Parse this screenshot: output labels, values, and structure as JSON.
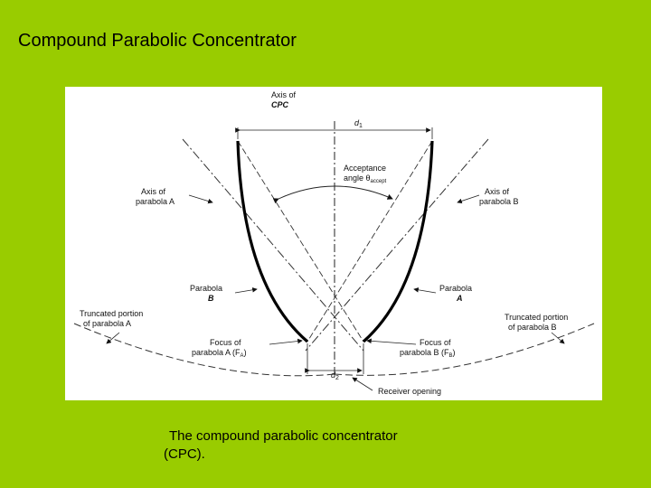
{
  "slide": {
    "title": "Compound Parabolic Concentrator"
  },
  "figure": {
    "labels": {
      "axis_cpc_line1": "Axis of",
      "axis_cpc_line2": "CPC",
      "d1": "d",
      "d1_sub": "1",
      "acceptance_line1": "Acceptance",
      "acceptance_line2": "angle θ",
      "acceptance_sub": "accept",
      "axis_a_line1": "Axis of",
      "axis_a_line2": "parabola A",
      "axis_b_line1": "Axis of",
      "axis_b_line2": "parabola B",
      "parabola_b_line1": "Parabola",
      "parabola_b_line2": "B",
      "parabola_a_line1": "Parabola",
      "parabola_a_line2": "A",
      "trunc_a_line1": "Truncated portion",
      "trunc_a_line2": "of parabola A",
      "trunc_b_line1": "Truncated portion",
      "trunc_b_line2": "of parabola B",
      "focus_a_line1": "Focus of",
      "focus_a_line2": "parabola A (F",
      "focus_a_sub": "A",
      "focus_b_line1": "Focus of",
      "focus_b_line2": "parabola B (F",
      "focus_b_sub": "B",
      "d2": "d",
      "d2_sub": "2",
      "receiver": "Receiver opening"
    }
  },
  "caption": {
    "line1": "The compound parabolic concentrator",
    "line2": "(CPC)."
  }
}
